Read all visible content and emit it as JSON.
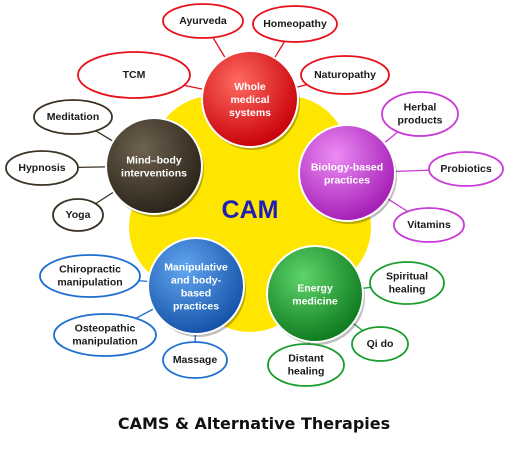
{
  "center": {
    "label": "CAM"
  },
  "caption": "CAMS & Alternative Therapies",
  "colors": {
    "sun": "#ffe600",
    "whole_medical": "#e8101a",
    "mind_body": "#3b3225",
    "biology": "#c93ad6",
    "manipulative": "#1f6fd0",
    "energy": "#1a9e2e"
  },
  "hubs": [
    {
      "key": "whole_medical",
      "lines": [
        "Whole",
        "medical",
        "systems"
      ],
      "leaves": [
        [
          "Ayurveda"
        ],
        [
          "Homeopathy"
        ],
        [
          "TCM"
        ],
        [
          "Naturopathy"
        ]
      ]
    },
    {
      "key": "mind_body",
      "lines": [
        "Mind–body",
        "interventions"
      ],
      "leaves": [
        [
          "Meditation"
        ],
        [
          "Hypnosis"
        ],
        [
          "Yoga"
        ]
      ]
    },
    {
      "key": "biology",
      "lines": [
        "Biology-based",
        "practices"
      ],
      "leaves": [
        [
          "Herbal",
          "products"
        ],
        [
          "Probiotics"
        ],
        [
          "Vitamins"
        ]
      ]
    },
    {
      "key": "manipulative",
      "lines": [
        "Manipulative",
        "and body-",
        "based",
        "practices"
      ],
      "leaves": [
        [
          "Chiropractic",
          "manipulation"
        ],
        [
          "Osteopathic",
          "manipulation"
        ],
        [
          "Massage"
        ]
      ]
    },
    {
      "key": "energy",
      "lines": [
        "Energy",
        "medicine"
      ],
      "leaves": [
        [
          "Spiritual",
          "healing"
        ],
        [
          "Qi do"
        ],
        [
          "Distant",
          "healing"
        ]
      ]
    }
  ]
}
